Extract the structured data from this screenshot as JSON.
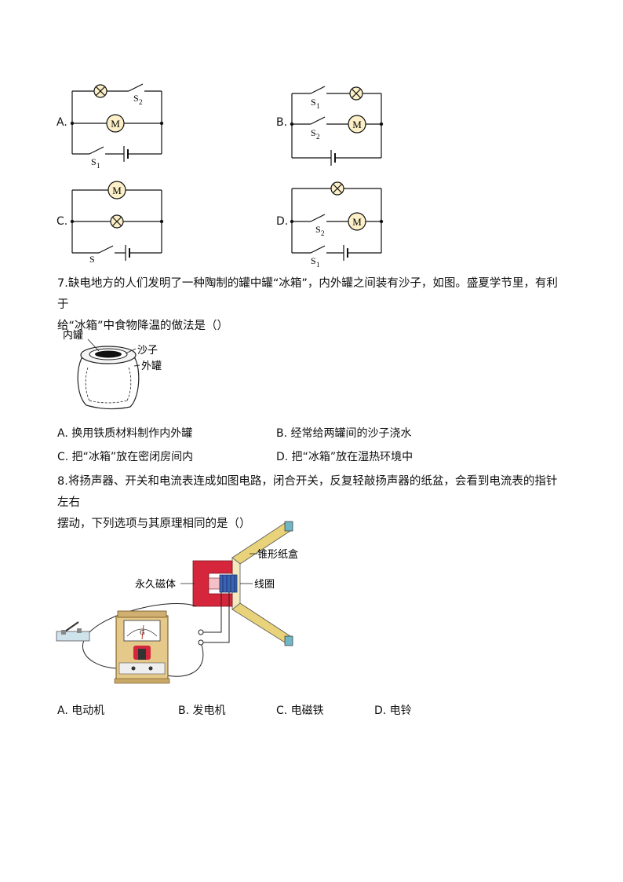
{
  "circuits": {
    "A": {
      "letter": "A.",
      "lamp": "⊗",
      "motor": "M",
      "s_top": "S",
      "s_top_sub": "2",
      "s_bot": "S",
      "s_bot_sub": "1"
    },
    "B": {
      "letter": "B.",
      "motor": "M",
      "s_top": "S",
      "s_top_sub": "1",
      "s_mid": "S",
      "s_mid_sub": "2"
    },
    "C": {
      "letter": "C.",
      "motor": "M",
      "s_bot": "S"
    },
    "D": {
      "letter": "D.",
      "motor": "M",
      "s_mid": "S",
      "s_mid_sub": "2",
      "s_bot": "S",
      "s_bot_sub": "1"
    }
  },
  "q7": {
    "line1": "7.缺电地方的人们发明了一种陶制的罐中罐“冰箱”，内外罐之间装有沙子，如图。盛夏学节里，有利于",
    "line2": "给“冰箱”中食物降温的做法是（）",
    "fig": {
      "inner": "内罐",
      "sand": "沙子",
      "outer": "外罐"
    },
    "options": {
      "A": "A. 换用铁质材料制作内外罐",
      "B": "B. 经常给两罐间的沙子浇水",
      "C": "C. 把“冰箱”放在密闭房间内",
      "D": "D. 把“冰箱”放在湿热环境中"
    }
  },
  "q8": {
    "line1": "8.将扬声器、开关和电流表连成如图电路，闭合开关，反复轻敲扬声器的纸盆，会看到电流表的指针左右",
    "line2": "摆动，下列选项与其原理相同的是（）",
    "fig": {
      "cone": "锥形纸盒",
      "magnet": "永久磁体",
      "coil": "线圈",
      "meter": "G"
    },
    "options": {
      "A": "A. 电动机",
      "B": "B. 发电机",
      "C": "C. 电磁铁",
      "D": "D. 电铃"
    }
  },
  "colors": {
    "lamp_fill": "#fdf0c8",
    "magnet_red": "#d6263b",
    "coil_blue": "#3a63b5",
    "cone_yellow": "#e8d27a",
    "meter_wood": "#e5c98a"
  }
}
